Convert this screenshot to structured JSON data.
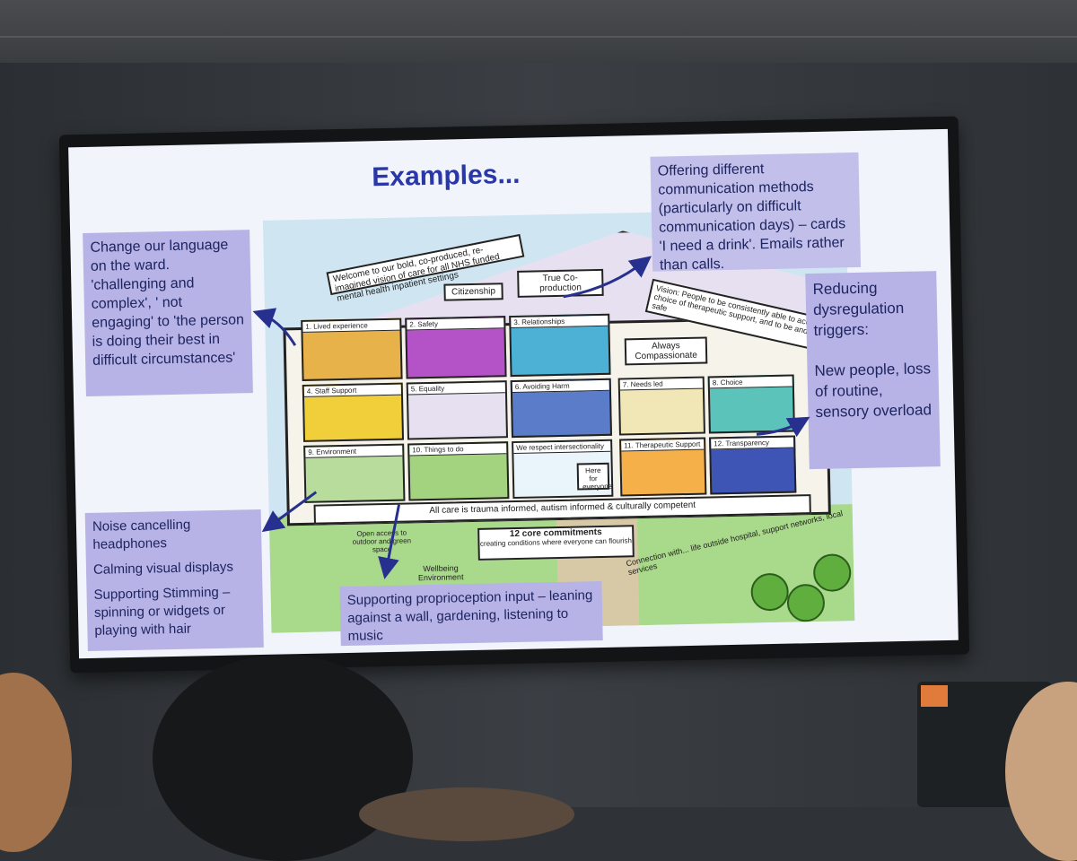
{
  "slide": {
    "title": "Examples...",
    "callouts": {
      "language": "Change our language on the ward. 'challenging and complex', ' not engaging' to 'the person is doing their best in difficult circumstances'",
      "communication": "Offering different communication methods (particularly on difficult communication days) – cards 'I need a drink'. Emails rather than calls.",
      "dysregulation_title": "Reducing dysregulation triggers:",
      "dysregulation_body": "New people, loss of routine, sensory overload",
      "noise_1": "Noise cancelling headphones",
      "noise_2": "Calming visual displays",
      "noise_3": "Supporting Stimming – spinning or widgets or playing with hair",
      "proprioception": "Supporting proprioception input – leaning against a wall, gardening, listening to music"
    },
    "poster": {
      "welcome": "Welcome to our bold, co-produced, re-imagined vision of care for all NHS funded mental health inpatient settings",
      "citizenship": "Citizenship",
      "coproduction": "True Co-production",
      "vision": "Vision: People to be consistently able to access a choice of therapeutic support, and to be and feel safe",
      "compassionate": "Always Compassionate",
      "rooms": [
        "1. Lived experience",
        "2. Safety",
        "3. Relationships",
        "4. Staff Support",
        "5. Equality",
        "6. Avoiding Harm",
        "7. Needs led",
        "8. Choice",
        "9. Environment",
        "10. Things to do",
        "We respect intersectionality",
        "11. Therapeutic Support",
        "12. Transparency"
      ],
      "care_bar": "All care is trauma informed, autism informed & culturally competent",
      "commitments": "12 core commitments",
      "commitments_sub": "creating conditions where everyone can flourish",
      "connection": "Connection with... life outside hospital, support networks, local services",
      "wellbeing": "Wellbeing Environment",
      "outdoor": "Open access to outdoor and green space",
      "here": "Here for everyone"
    }
  },
  "colors": {
    "screen": "#f2f4fb",
    "callout": "#b7b3e6",
    "title": "#2a37a8",
    "arrow": "#28308f"
  }
}
